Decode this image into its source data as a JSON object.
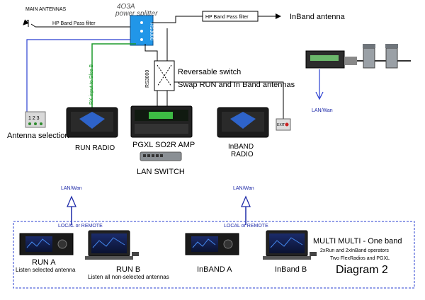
{
  "labels": {
    "main_antennas": "MAIN ANTENNAS",
    "hp_filter_left": "HP Band Pass filter",
    "hp_filter_right": "HP Band Pass filter",
    "splitter_line1": "4O3A",
    "splitter_line2": "power splitter",
    "rs3000_splitter": "RS3000",
    "inband_antenna": "InBand antenna",
    "rx_input": "RX input to Sfce B",
    "rs3000_switch": "RS3000",
    "reversable": "Reversable switch",
    "swap": "Swap RUN and In Band antennas",
    "antenna_selection": "Antenna selection",
    "run_radio": "RUN RADIO",
    "pgxl_amp": "PGXL SO2R AMP",
    "inband_radio_1": "InBAND",
    "inband_radio_2": "RADIO",
    "lan_switch": "LAN SWITCH",
    "lan_wan_top": "LAN/Wan",
    "lan_wan_left": "LAN/Wan",
    "lan_wan_mid": "LAN/Wan",
    "local_remote_left": "LOCAL or REMOTE",
    "local_remote_right": "LOCAL or REMOTE",
    "run_a": "RUN A",
    "run_a_sub": "Listen selected antenna",
    "run_b": "RUN B",
    "run_b_sub": "Listen all non-selected antennas",
    "inband_a": "InBAND A",
    "inband_b": "InBand B",
    "multi_title": "MULTI MULTI - One band",
    "operators": "2xRun and 2xInBand operators",
    "flexradios": "Two FlexRadios and PGXL",
    "diagram_title": "Diagram 2",
    "selector_digits": "1 2 3",
    "swap_box": "EXIT"
  },
  "colors": {
    "blue_line": "#2a3fd0",
    "green_line": "#1c9a2a",
    "splitter": "#2196e8",
    "arrow_outline": "#1e2aa8",
    "dash_border": "#2a3fd0"
  }
}
